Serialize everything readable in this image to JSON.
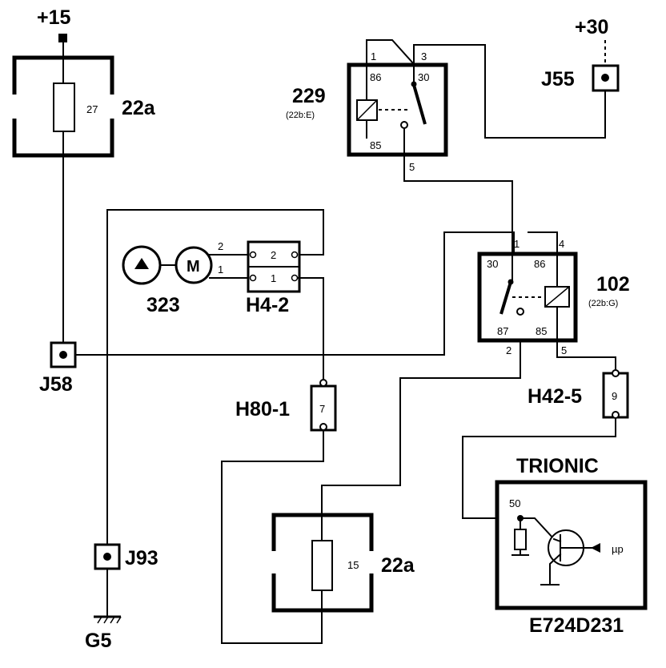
{
  "supplies": {
    "plus15": "+15",
    "plus30": "+30"
  },
  "fuses": {
    "top": {
      "number": "27",
      "location": "22a"
    },
    "bottom": {
      "number": "15",
      "location": "22a"
    }
  },
  "relay229": {
    "id": "229",
    "location": "(22b:E)",
    "pins": {
      "p1": "1",
      "p3": "3",
      "p86": "86",
      "p30": "30",
      "p85": "85",
      "p5": "5"
    }
  },
  "relay102": {
    "id": "102",
    "location": "(22b:G)",
    "pins": {
      "p1": "1",
      "p4": "4",
      "p30": "30",
      "p86": "86",
      "p87": "87",
      "p85": "85",
      "p2": "2",
      "p5": "5"
    }
  },
  "connectors": {
    "j55": "J55",
    "j58": "J58",
    "j93": "J93",
    "g5": "G5",
    "h4_2": {
      "label": "H4-2",
      "pin_top": "2",
      "pin_bottom": "1"
    },
    "h80_1": {
      "label": "H80-1",
      "pin": "7"
    },
    "h42_5": {
      "label": "H42-5",
      "pin": "9"
    }
  },
  "pump": {
    "id": "323",
    "motor": "M",
    "wire_top": "2",
    "wire_bottom": "1"
  },
  "ecu": {
    "name": "TRIONIC",
    "pin": "50",
    "input": "µp",
    "code": "E724D231"
  }
}
